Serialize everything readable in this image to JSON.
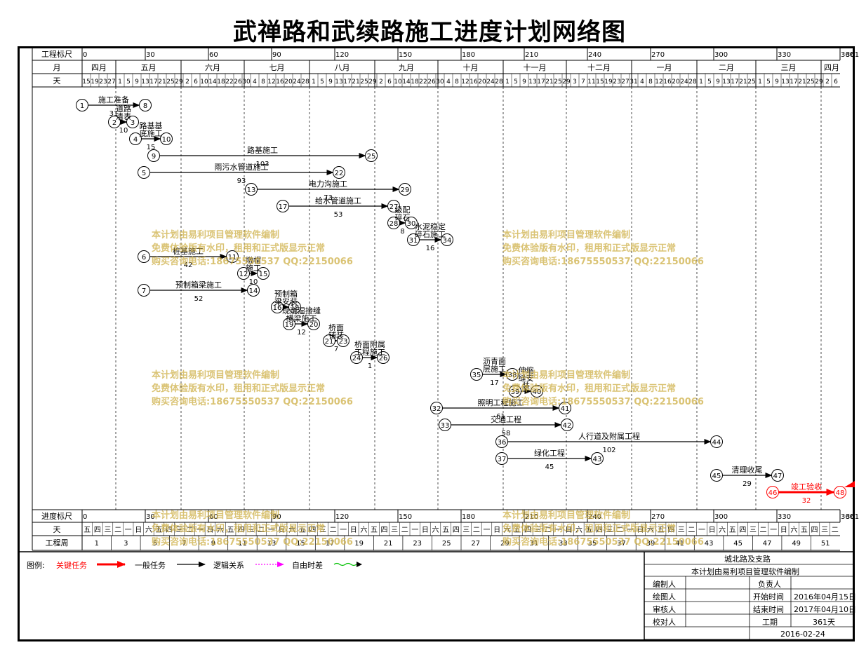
{
  "title": "武禅路和武续路施工进度计划网络图",
  "header": {
    "scale_label": "工程标尺",
    "month_label": "月",
    "day_label": "天",
    "progress_label": "进度标尺",
    "week_label": "工程周"
  },
  "scale_ticks": [
    "0",
    "30",
    "60",
    "90",
    "120",
    "150",
    "180",
    "210",
    "240",
    "270",
    "300",
    "330",
    "360",
    "361"
  ],
  "months": [
    "四月",
    "五月",
    "六月",
    "七月",
    "八月",
    "九月",
    "十月",
    "十一月",
    "十二月",
    "一月",
    "二月",
    "三月",
    "四月"
  ],
  "day_ticks": [
    "15",
    "19",
    "23",
    "27",
    "1",
    "5",
    "9",
    "13",
    "17",
    "21",
    "25",
    "29",
    "2",
    "6",
    "10",
    "14",
    "18",
    "22",
    "26",
    "30",
    "4",
    "8",
    "12",
    "16",
    "20",
    "24",
    "28",
    "1",
    "5",
    "9",
    "13",
    "17",
    "21",
    "25",
    "29",
    "2",
    "6",
    "10",
    "14",
    "18",
    "22",
    "26",
    "30",
    "4",
    "8",
    "12",
    "16",
    "20",
    "24",
    "28",
    "1",
    "5",
    "9",
    "13",
    "17",
    "21",
    "25",
    "29",
    "3",
    "7",
    "11",
    "15",
    "19",
    "23",
    "27",
    "31",
    "4",
    "8",
    "12",
    "16",
    "20",
    "24",
    "28",
    "1",
    "5",
    "9",
    "13",
    "17",
    "21",
    "25",
    "1",
    "5",
    "9",
    "13",
    "17",
    "21",
    "25",
    "29",
    "2",
    "6"
  ],
  "weekdays": [
    "五",
    "四",
    "三",
    "二",
    "一",
    "日",
    "六",
    "五",
    "四",
    "三",
    "二",
    "一",
    "日",
    "六",
    "五",
    "四",
    "三",
    "二",
    "一",
    "日",
    "六",
    "五",
    "四",
    "三",
    "二",
    "一",
    "日",
    "六",
    "五",
    "四",
    "三",
    "二",
    "一",
    "日",
    "六",
    "五",
    "四",
    "三",
    "二",
    "一",
    "日",
    "六",
    "五",
    "四",
    "三",
    "二",
    "一",
    "日",
    "六",
    "五",
    "四",
    "三",
    "二",
    "一",
    "日",
    "六",
    "五",
    "四",
    "三",
    "二",
    "一",
    "日",
    "六",
    "五",
    "四",
    "三",
    "二",
    "一",
    "日",
    "六",
    "五",
    "四",
    "三",
    "二"
  ],
  "week_numbers": [
    "1",
    "3",
    "5",
    "7",
    "9",
    "11",
    "13",
    "15",
    "17",
    "19",
    "21",
    "23",
    "25",
    "27",
    "29",
    "31",
    "33",
    "35",
    "37",
    "39",
    "41",
    "43",
    "45",
    "47",
    "49",
    "51"
  ],
  "tasks": [
    {
      "id": "t1",
      "from": "1",
      "to": "8",
      "name": "施工准备",
      "duration": "31",
      "critical": false
    },
    {
      "id": "t2",
      "from": "2",
      "to": "3",
      "name": "道路\n清表",
      "duration": "10",
      "critical": false
    },
    {
      "id": "t3",
      "from": "4",
      "to": "10",
      "name": "路基基\n底施工",
      "duration": "15",
      "critical": false
    },
    {
      "id": "t4",
      "from": "9",
      "to": "25",
      "name": "路基施工",
      "duration": "103",
      "critical": false
    },
    {
      "id": "t5",
      "from": "5",
      "to": "22",
      "name": "雨污水管道施工",
      "duration": "93",
      "critical": false
    },
    {
      "id": "t6",
      "from": "13",
      "to": "29",
      "name": "电力沟施工",
      "duration": "73",
      "critical": false
    },
    {
      "id": "t7",
      "from": "17",
      "to": "27",
      "name": "给水管道施工",
      "duration": "53",
      "critical": false
    },
    {
      "id": "t8",
      "from": "28",
      "to": "30",
      "name": "级配\n碎石",
      "duration": "8",
      "critical": false
    },
    {
      "id": "t9",
      "from": "31",
      "to": "34",
      "name": "水泥稳定\n碎石施工",
      "duration": "16",
      "critical": false
    },
    {
      "id": "t10",
      "from": "6",
      "to": "11",
      "name": "桩基施工",
      "duration": "42",
      "critical": false
    },
    {
      "id": "t11",
      "from": "12",
      "to": "15",
      "name": "墩帽\n施工",
      "duration": "10",
      "critical": false
    },
    {
      "id": "t12",
      "from": "7",
      "to": "14",
      "name": "预制箱梁施工",
      "duration": "52",
      "critical": false
    },
    {
      "id": "t13",
      "from": "16",
      "to": "18",
      "name": "预制箱\n梁安装",
      "duration": "",
      "critical": false
    },
    {
      "id": "t14",
      "from": "19",
      "to": "20",
      "name": "现浇湿接缝\n横梁施工",
      "duration": "12",
      "critical": false
    },
    {
      "id": "t15",
      "from": "21",
      "to": "23",
      "name": "桥面\n铺装",
      "duration": "7",
      "critical": false
    },
    {
      "id": "t16",
      "from": "24",
      "to": "26",
      "name": "桥面附属\n工程施工",
      "duration": "1",
      "critical": false
    },
    {
      "id": "t17",
      "from": "35",
      "to": "38",
      "name": "沥青面\n层施工",
      "duration": "17",
      "critical": false
    },
    {
      "id": "t18",
      "from": "39",
      "to": "40",
      "name": "伸缩\n缝安\n装",
      "duration": "",
      "critical": false
    },
    {
      "id": "t19",
      "from": "32",
      "to": "41",
      "name": "照明工程施工",
      "duration": "61",
      "critical": false
    },
    {
      "id": "t20",
      "from": "33",
      "to": "42",
      "name": "交通工程",
      "duration": "58",
      "critical": false
    },
    {
      "id": "t21",
      "from": "36",
      "to": "44",
      "name": "人行道及附属工程",
      "duration": "102",
      "critical": false
    },
    {
      "id": "t22",
      "from": "37",
      "to": "43",
      "name": "绿化工程",
      "duration": "45",
      "critical": false
    },
    {
      "id": "t23",
      "from": "45",
      "to": "47",
      "name": "清理收尾",
      "duration": "29",
      "critical": false
    },
    {
      "id": "t24",
      "from": "46",
      "to": "48",
      "name": "竣工验收",
      "duration": "32",
      "critical": true
    }
  ],
  "watermark": {
    "line1": "本计划由易利项目管理软件编制",
    "line2": "免费体验版有水印，租用和正式版显示正常",
    "line3": "购买咨询电话:18675550537 QQ:22150066"
  },
  "legend": {
    "label": "图例:",
    "critical": "关键任务",
    "normal": "一般任务",
    "logic": "逻辑关系",
    "float": "自由时差",
    "critical_color": "#ff0000",
    "logic_color": "#ff00ff",
    "float_color": "#00c000"
  },
  "title_block": {
    "project": "城北路及支路",
    "software": "本计划由易利项目管理软件编制",
    "editor_label": "编制人",
    "owner_label": "负责人",
    "drafter_label": "绘图人",
    "start_label": "开始时间",
    "start_value": "2016年04月15日",
    "reviewer_label": "审核人",
    "end_label": "结束时间",
    "end_value": "2017年04月10日",
    "checker_label": "校对人",
    "duration_label": "工期",
    "duration_value": "361天",
    "print_date": "2016-02-24"
  }
}
